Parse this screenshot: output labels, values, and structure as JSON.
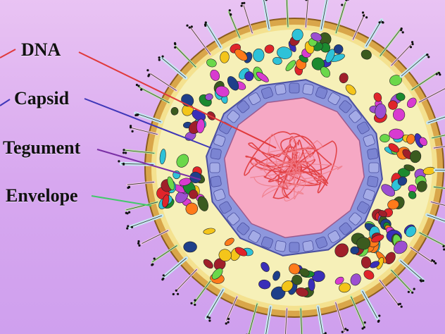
{
  "labels": {
    "dna": "DNA",
    "capsid": "Capsid",
    "tegument": "Tegument",
    "envelope": "Envelope"
  },
  "colors": {
    "dna": "#e0393b",
    "capsid": "#3f37b8",
    "tegument": "#7a2fa5",
    "envelope": "#42c86a",
    "envelope_ring": "#d9a64a",
    "tegument_fill": "#f6f0b8",
    "core_fill": "#f6a8c4",
    "capsomere": "#8e97dd"
  }
}
